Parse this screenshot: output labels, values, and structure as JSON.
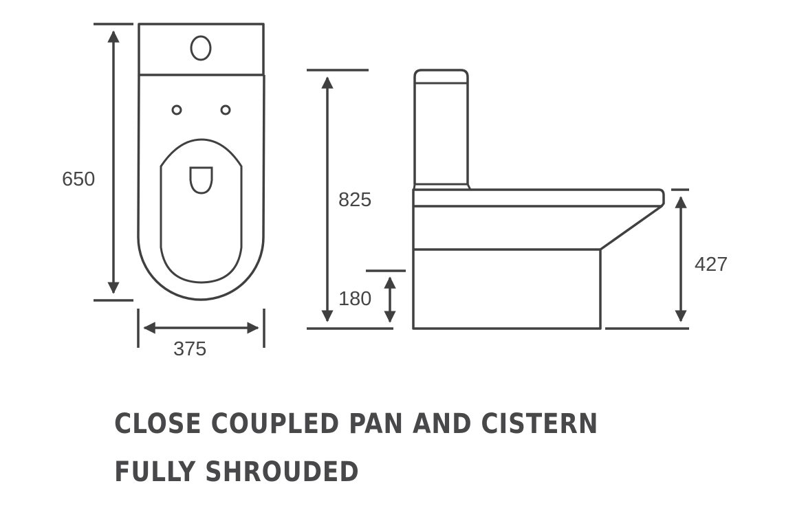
{
  "diagram": {
    "type": "technical-dimension-drawing",
    "subject": "toilet",
    "line_color": "#404040",
    "text_color": "#454545",
    "views": {
      "plan": {
        "dimensions": {
          "depth": "650",
          "width": "375"
        }
      },
      "side": {
        "dimensions": {
          "overall_height": "825",
          "pan_height": "427",
          "base_height": "180"
        }
      }
    }
  },
  "caption": {
    "line1": "CLOSE COUPLED PAN AND CISTERN",
    "line2": "FULLY SHROUDED",
    "color": "#48484a"
  }
}
